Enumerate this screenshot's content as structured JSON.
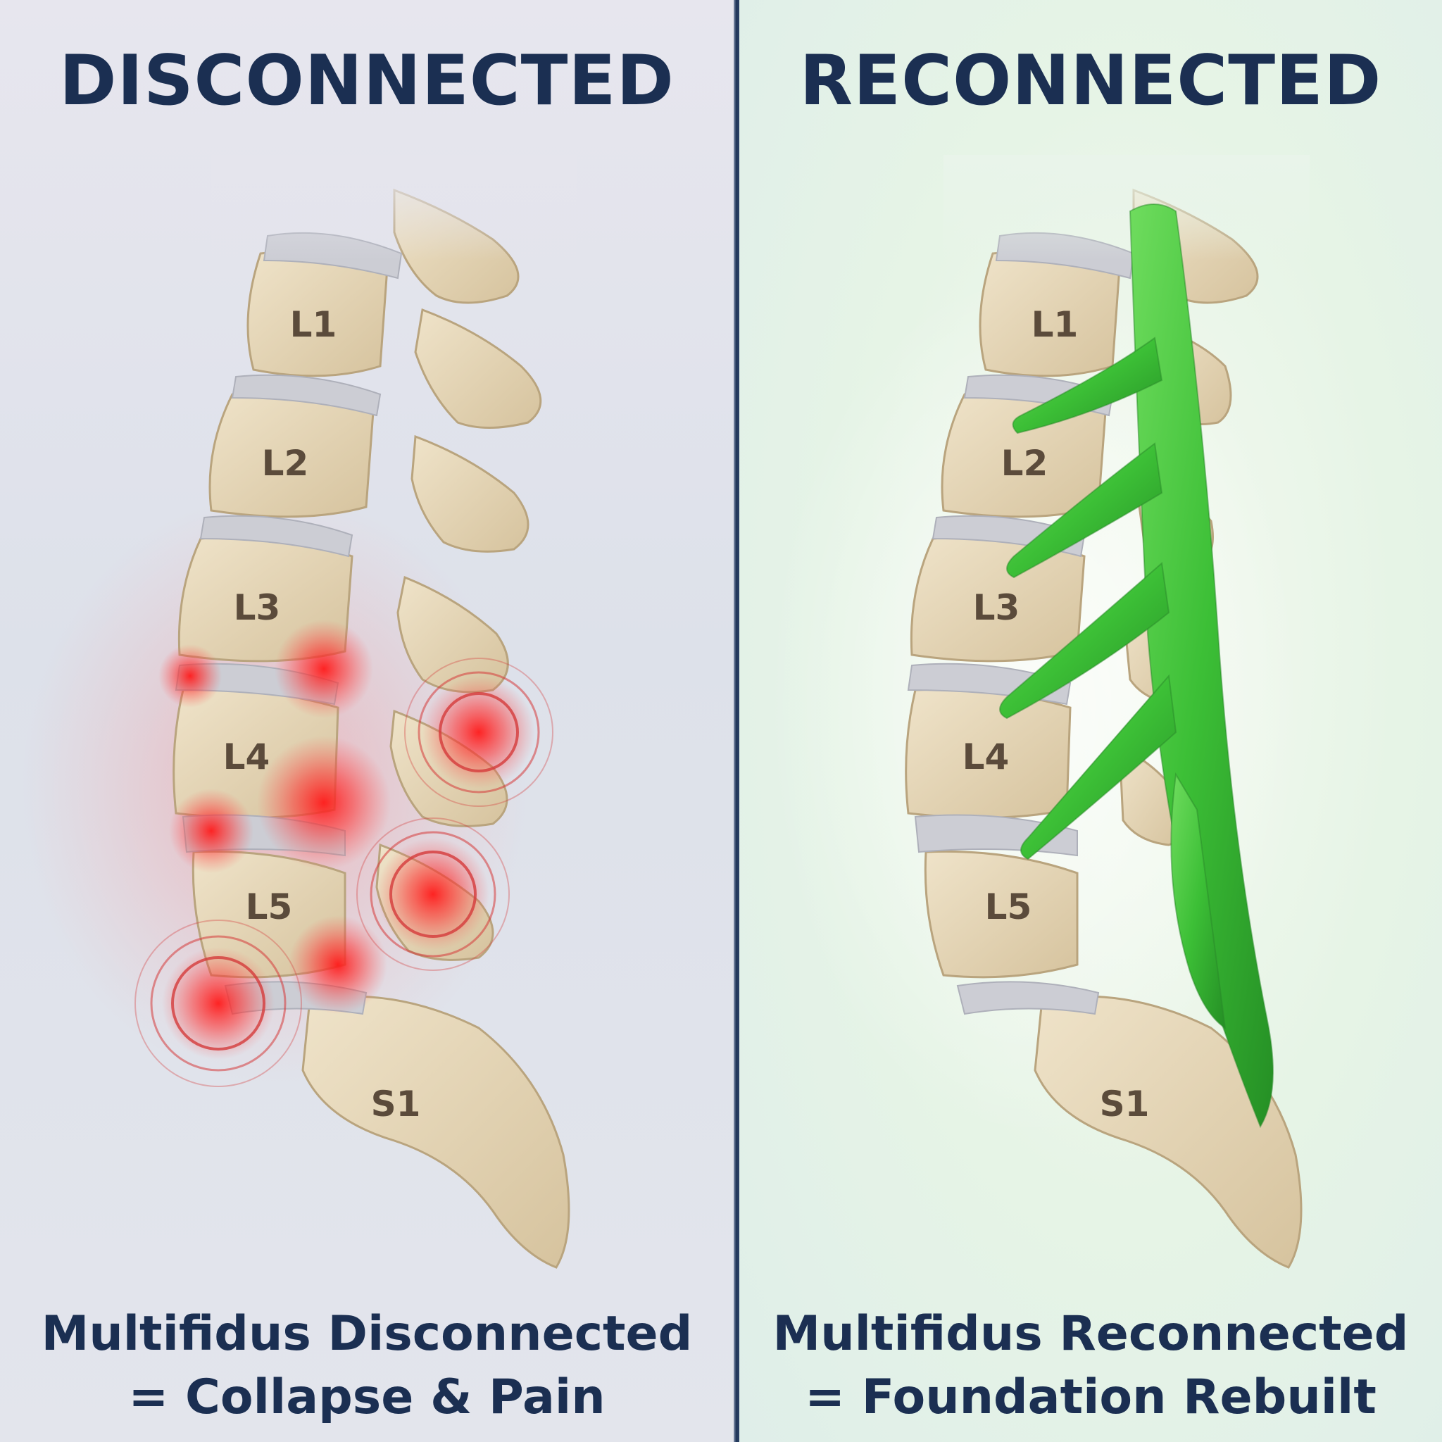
{
  "left_panel": {
    "title": "DISCONNECTED",
    "caption_line1": "Multifidus Disconnected",
    "caption_line2": "= Collapse & Pain",
    "vertebrae": [
      "L1",
      "L2",
      "L3",
      "L4",
      "L5",
      "S1"
    ],
    "highlight_color": "#ff2020"
  },
  "right_panel": {
    "title": "RECONNECTED",
    "caption_line1": "Multifidus Reconnected",
    "caption_line2": "= Foundation Rebuilt",
    "vertebrae": [
      "L1",
      "L2",
      "L3",
      "L4",
      "L5",
      "S1"
    ],
    "muscle_color": "#3fbf3a"
  },
  "colors": {
    "title_text": "#1b2f52",
    "bone": "#e5d6b8",
    "disc": "#c9cbd2"
  }
}
